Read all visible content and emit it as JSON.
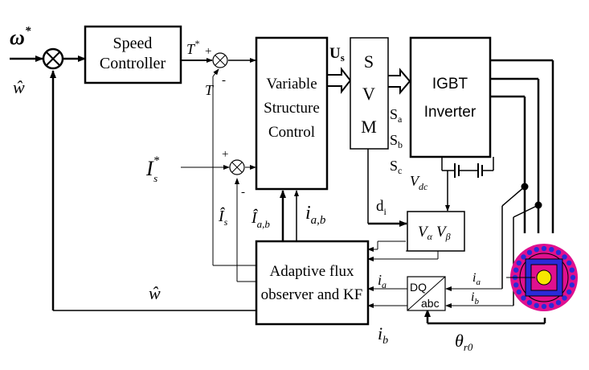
{
  "blocks": {
    "speed_controller": [
      "Speed",
      "Controller"
    ],
    "vsc": [
      "Variable",
      "Structure",
      "Control"
    ],
    "svm": [
      "S",
      "V",
      "M"
    ],
    "igbt": [
      "IGBT",
      "Inverter"
    ],
    "observer": [
      "Adaptive flux",
      "observer and KF"
    ],
    "dq_top": "DQ",
    "dq_bottom": "abc",
    "volt_alpha": "V",
    "volt_alpha_sub": "α",
    "volt_beta": "V",
    "volt_beta_sub": "β"
  },
  "signals": {
    "omega_ref": "ω",
    "omega_ref_sup": "*",
    "omega_hat": "ŵ",
    "omega_hat_feedback": "ŵ",
    "torque_ref": "T",
    "torque_ref_sup": "*",
    "torque_fb": "T",
    "us": "U",
    "us_sub": "s",
    "is_ref": "I",
    "is_ref_sup": "*",
    "is_ref_sub": "s",
    "is_hat": "Î",
    "is_hat_sub": "s",
    "iab_hat": "Î",
    "iab_hat_sub": "a,b",
    "iab": "i",
    "iab_sub": "a,b",
    "sa": "S",
    "sa_sub": "a",
    "sb": "S",
    "sb_sub": "b",
    "sc": "S",
    "sc_sub": "c",
    "vdc": "V",
    "vdc_sub": "dc",
    "di": "d",
    "di_sub": "i",
    "ia_in": "i",
    "ia_in_sub": "a",
    "ib_in": "i",
    "ib_in_sub": "b",
    "ia_out": "i",
    "ia_out_sub": "a",
    "ib_out": "i",
    "ib_out_sub": "b",
    "theta": "θ",
    "theta_sub": "r0"
  },
  "signs": {
    "plus": "+",
    "minus": "-"
  },
  "colors": {
    "motor_outer": "#e0108f",
    "motor_teeth": "#2a2ad8",
    "motor_rotor": "#f7e600"
  }
}
